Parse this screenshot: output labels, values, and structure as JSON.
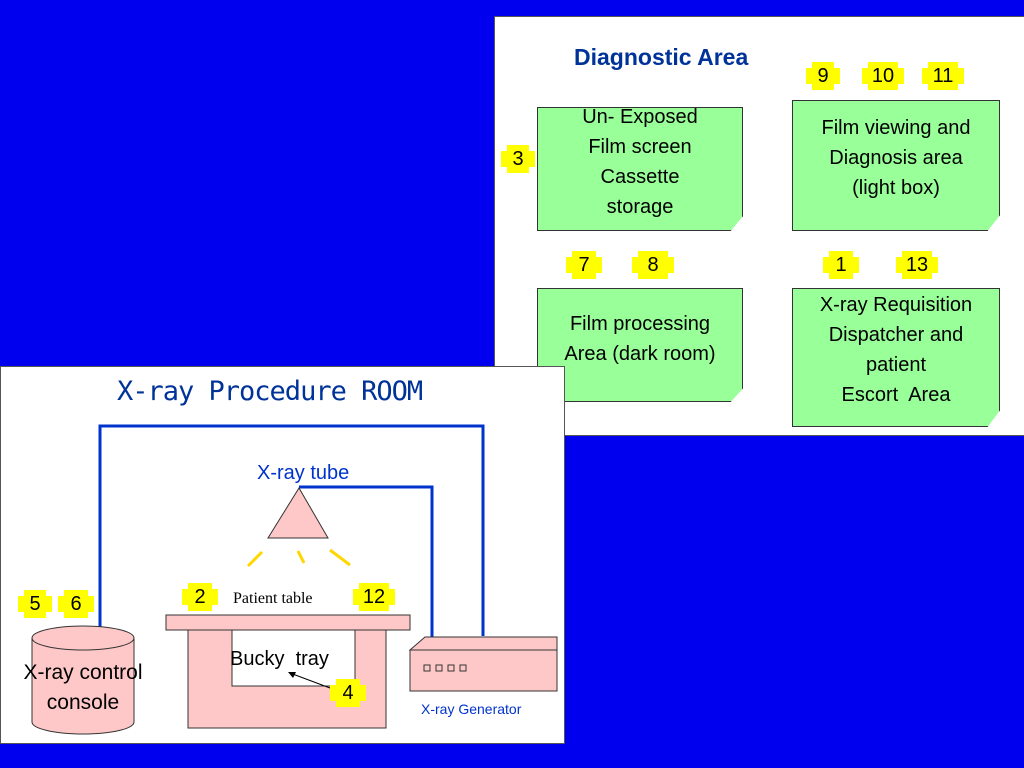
{
  "diagnostic_area": {
    "title": "Diagnostic Area",
    "boxes": {
      "unexposed": "Un- Exposed\nFilm screen\nCassette\nstorage",
      "viewing": "Film viewing and\nDiagnosis area\n(light box)",
      "processing": "Film processing\nArea (dark room)",
      "requisition": "X-ray Requisition\nDispatcher and\npatient\nEscort  Area"
    },
    "badges": {
      "b3": "3",
      "b9": "9",
      "b10": "10",
      "b11": "11",
      "b7": "7",
      "b8": "8",
      "b1": "1",
      "b13": "13"
    }
  },
  "procedure_room": {
    "title": "X-ray Procedure ROOM",
    "tube_label": "X-ray tube",
    "patient_table_label": "Patient table",
    "bucky_label": "Bucky  tray",
    "console_label": "X-ray control\nconsole",
    "generator_label": "X-ray Generator",
    "badges": {
      "b5": "5",
      "b6": "6",
      "b2": "2",
      "b12": "12",
      "b4": "4"
    }
  },
  "colors": {
    "background": "#0000ee",
    "note_fill": "#99ff99",
    "badge_fill": "#ffff00",
    "equipment_fill": "#ffc8c8",
    "title_blue": "#003399",
    "wire_blue": "#0033cc"
  }
}
